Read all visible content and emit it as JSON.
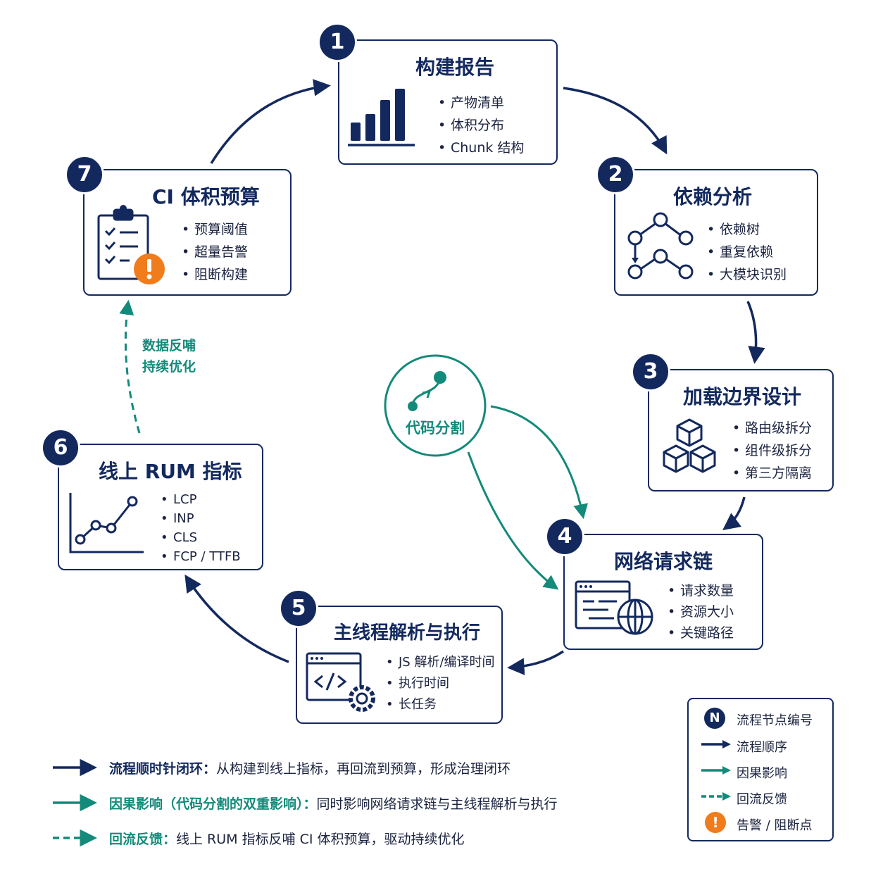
{
  "nodes": [
    {
      "number": "1",
      "title": "构建报告",
      "items": [
        "产物清单",
        "体积分布",
        "Chunk 结构"
      ]
    },
    {
      "number": "2",
      "title": "依赖分析",
      "items": [
        "依赖树",
        "重复依赖",
        "大模块识别"
      ]
    },
    {
      "number": "3",
      "title": "加载边界设计",
      "items": [
        "路由级拆分",
        "组件级拆分",
        "第三方隔离"
      ]
    },
    {
      "number": "4",
      "title": "网络请求链",
      "items": [
        "请求数量",
        "资源大小",
        "关键路径"
      ]
    },
    {
      "number": "5",
      "title": "主线程解析与执行",
      "items": [
        "JS 解析/编译时间",
        "执行时间",
        "长任务"
      ]
    },
    {
      "number": "6",
      "title": "线上 RUM 指标",
      "items": [
        "LCP",
        "INP",
        "CLS",
        "FCP / TTFB"
      ]
    },
    {
      "number": "7",
      "title": "CI 体积预算",
      "items": [
        "预算阈值",
        "超量告警",
        "阻断构建"
      ]
    }
  ],
  "hub": {
    "label": "代码分割"
  },
  "feedback_label": [
    "数据反哺",
    "持续优化"
  ],
  "notes": [
    {
      "keyword": "流程顺时针闭环：",
      "text": "从构建到线上指标，再回流到预算，形成治理闭环"
    },
    {
      "keyword": "因果影响（代码分割的双重影响）：",
      "text": "同时影响网络请求链与主线程解析与执行"
    },
    {
      "keyword": "回流反馈：",
      "text": "线上 RUM 指标反哺 CI 体积预算，驱动持续优化"
    }
  ],
  "legend": {
    "badge_symbol": "N",
    "items": [
      "流程节点编号",
      "流程顺序",
      "因果影响",
      "回流反馈",
      "告警 / 阻断点"
    ],
    "alert_symbol": "!"
  },
  "icons": {
    "node1": "bar-chart-icon",
    "node2": "dependency-graph-icon",
    "node3": "stacked-cubes-icon",
    "node4": "browser-globe-icon",
    "node5": "code-window-gear-icon",
    "node6": "line-chart-icon",
    "node7": "checklist-alert-icon",
    "hub": "split-path-icon"
  },
  "colors": {
    "navy": "#13295e",
    "teal": "#138a7a",
    "alert": "#f07c1b"
  }
}
